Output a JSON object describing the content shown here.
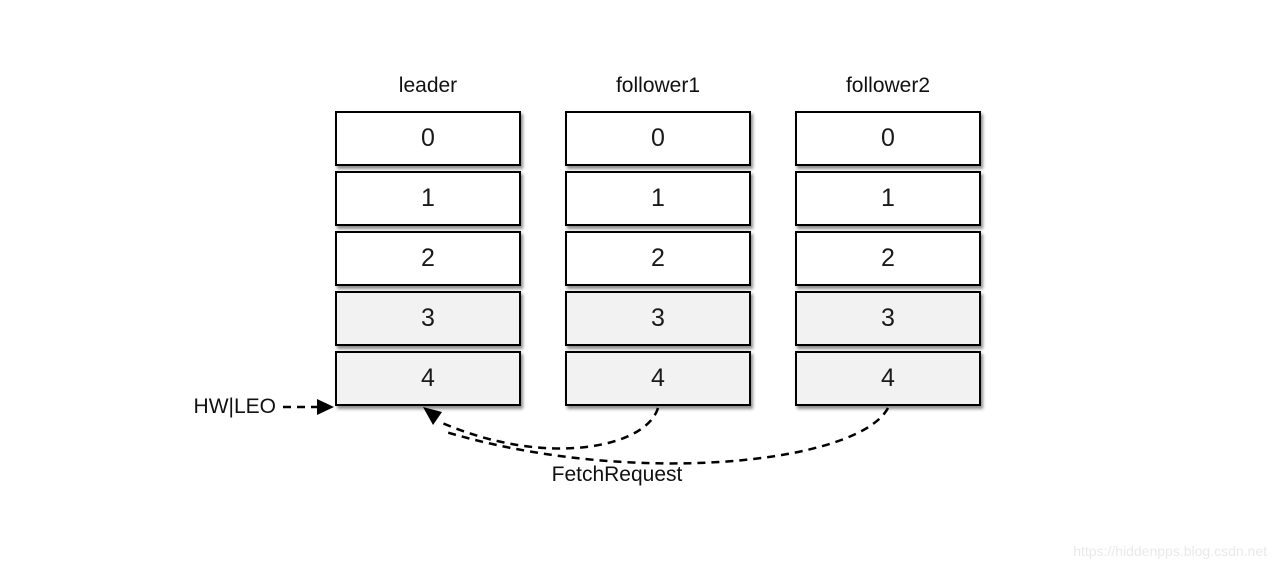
{
  "diagram": {
    "columns": [
      {
        "label": "leader",
        "cells": [
          "0",
          "1",
          "2",
          "3",
          "4"
        ]
      },
      {
        "label": "follower1",
        "cells": [
          "0",
          "1",
          "2",
          "3",
          "4"
        ]
      },
      {
        "label": "follower2",
        "cells": [
          "0",
          "1",
          "2",
          "3",
          "4"
        ]
      }
    ],
    "shaded_cells": [
      "3",
      "4"
    ],
    "labels": {
      "hw_leo": "HW|LEO",
      "fetch_request": "FetchRequest"
    },
    "watermark": "https://hiddenpps.blog.csdn.net",
    "colors": {
      "box_border": "#000000",
      "box_fill_default": "#ffffff",
      "box_fill_shaded": "#f2f2f2",
      "arrow": "#000000",
      "watermark_text": "#e9e9e9"
    }
  }
}
